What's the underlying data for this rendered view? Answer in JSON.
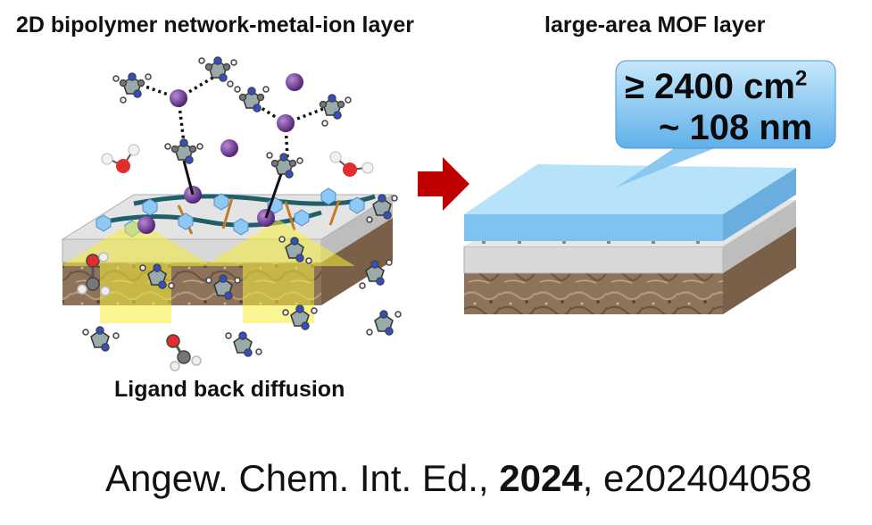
{
  "labels": {
    "left_title": "2D bipolymer network-metal-ion layer",
    "right_title": "large-area MOF layer",
    "left_caption": "Ligand back diffusion"
  },
  "callout": {
    "line1_main": "≥ 2400 cm",
    "line1_sup": "2",
    "line2": "~ 108 nm"
  },
  "citation": {
    "journal": "Angew. Chem. Int. Ed., ",
    "year": "2024",
    "article": ", e202404058"
  },
  "colors": {
    "arrow": "#c00000",
    "mof_layer": "#a8dcf7",
    "support_gray": "#cfcfcf",
    "substrate_brown": "#8a6f55",
    "metal_ion": "#6a2f8e",
    "diffusion_yellow": "#f5ef6a"
  }
}
